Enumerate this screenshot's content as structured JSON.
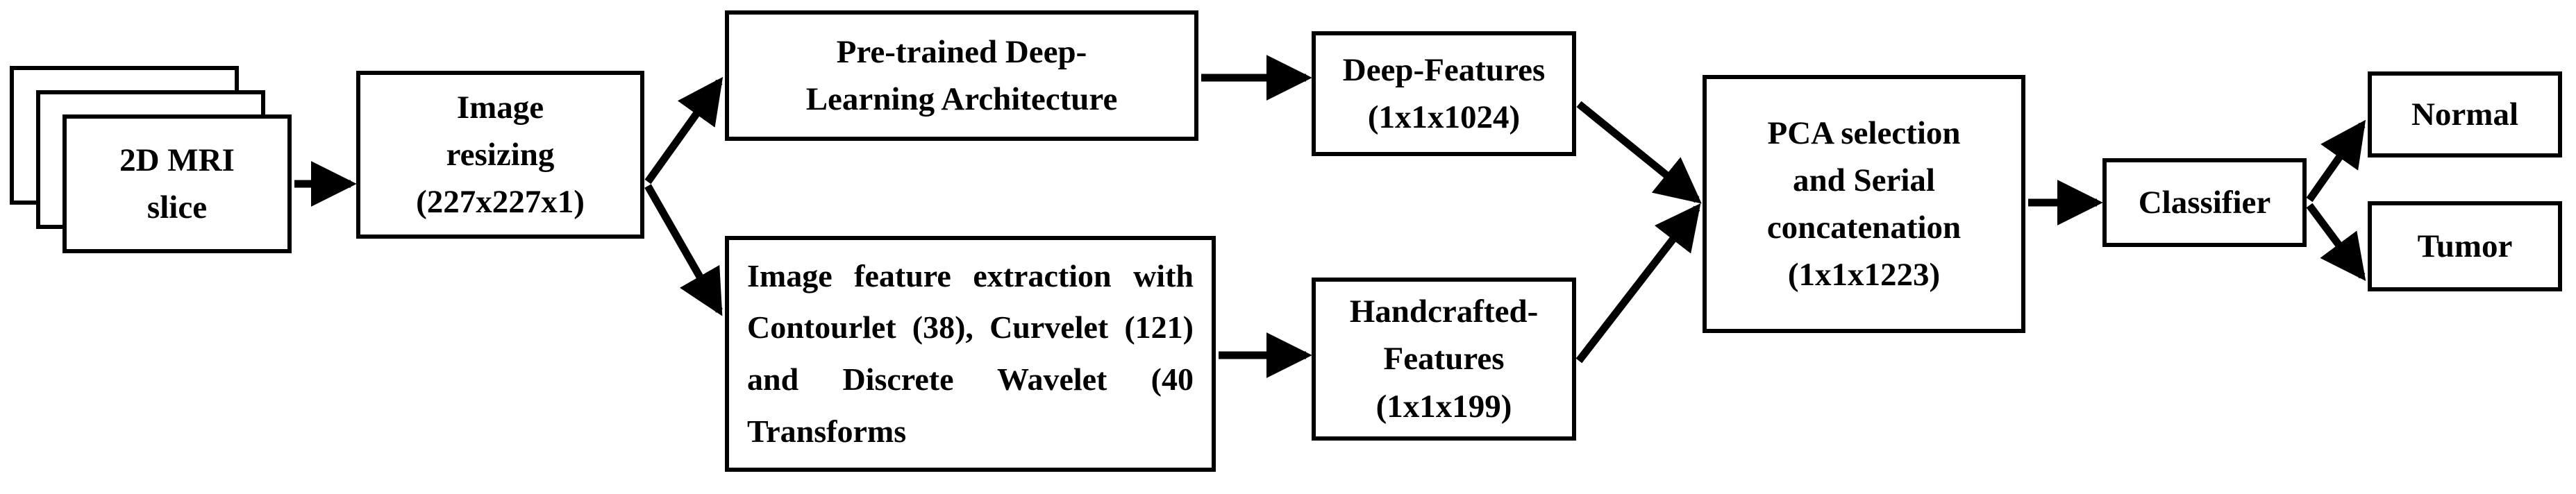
{
  "diagram": {
    "title": "MRI brain tumor classification pipeline",
    "type": "flowchart",
    "background_color": "#ffffff",
    "stroke_color": "#000000",
    "nodes": {
      "mri_slice": {
        "label": "2D MRI\nslice",
        "shape": "stacked-rectangle",
        "stack_count": 3
      },
      "image_resizing": {
        "label": "Image\nresizing\n(227x227x1)"
      },
      "deep_architecture": {
        "label": "Pre-trained Deep-\nLearning Architecture"
      },
      "feature_extraction": {
        "label": "Image feature extraction with Contourlet (38), Curvelet (121) and Discrete Wavelet (40 Transforms"
      },
      "deep_features": {
        "label": "Deep-Features\n(1x1x1024)"
      },
      "handcrafted_features": {
        "label": "Handcrafted-\nFeatures\n(1x1x199)"
      },
      "pca_concat": {
        "label": "PCA selection\nand Serial\nconcatenation\n(1x1x1223)"
      },
      "classifier": {
        "label": "Classifier"
      },
      "normal": {
        "label": "Normal"
      },
      "tumor": {
        "label": "Tumor"
      }
    },
    "edges": [
      {
        "from": "mri_slice",
        "to": "image_resizing",
        "style": "straight-arrow"
      },
      {
        "from": "image_resizing",
        "to": "deep_architecture",
        "style": "diagonal-arrow-up"
      },
      {
        "from": "image_resizing",
        "to": "feature_extraction",
        "style": "diagonal-arrow-down"
      },
      {
        "from": "deep_architecture",
        "to": "deep_features",
        "style": "straight-arrow"
      },
      {
        "from": "feature_extraction",
        "to": "handcrafted_features",
        "style": "straight-arrow"
      },
      {
        "from": "deep_features",
        "to": "pca_concat",
        "style": "diagonal-arrow-down"
      },
      {
        "from": "handcrafted_features",
        "to": "pca_concat",
        "style": "diagonal-arrow-up"
      },
      {
        "from": "pca_concat",
        "to": "classifier",
        "style": "straight-arrow"
      },
      {
        "from": "classifier",
        "to": "normal",
        "style": "diagonal-arrow-up"
      },
      {
        "from": "classifier",
        "to": "tumor",
        "style": "diagonal-arrow-down"
      }
    ]
  }
}
